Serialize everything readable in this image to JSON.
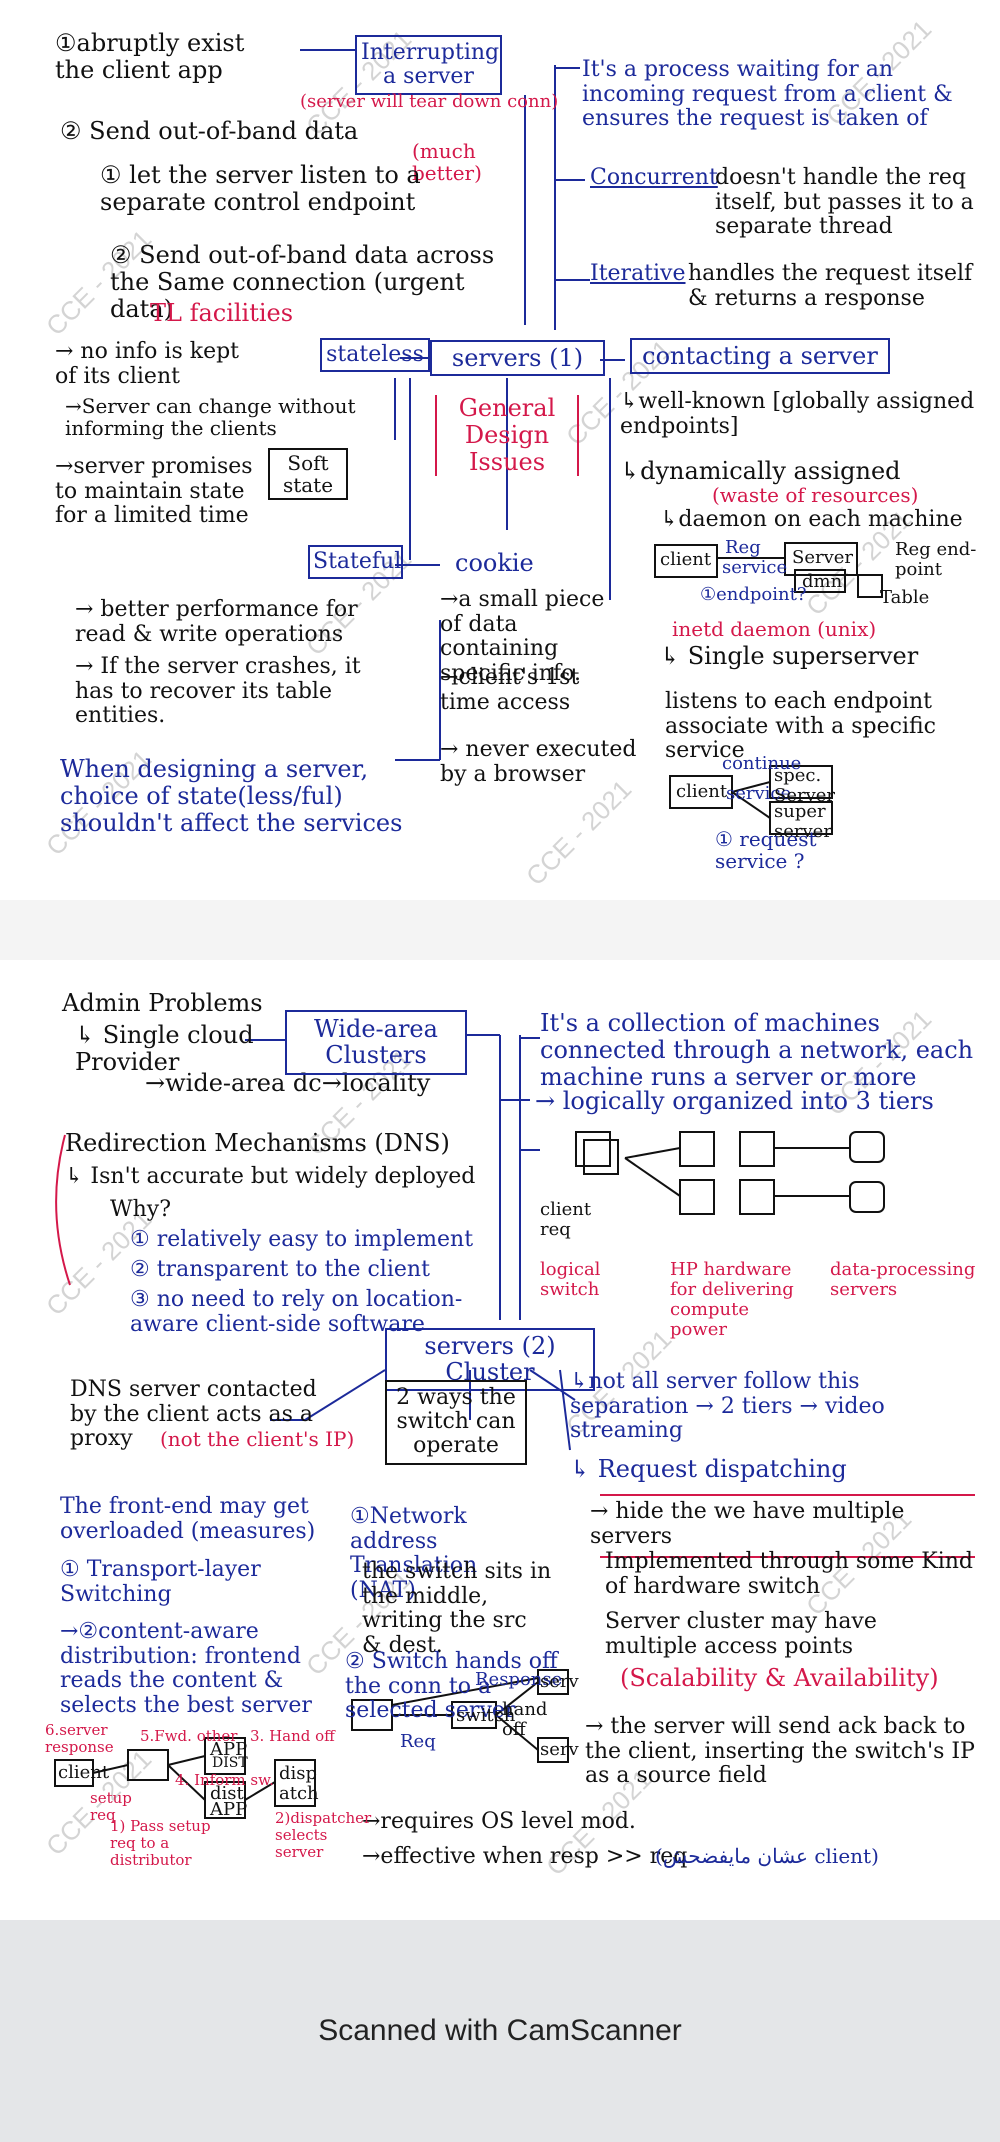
{
  "page1": {
    "interrupting_box": "Interrupting a server",
    "abruptly": "①abruptly exist the client app",
    "server_teardown": "(server will tear down conn)",
    "send_oob": "② Send out-of-band data",
    "much_better": "(much better)",
    "let_server": "① let the server listen to a separate control endpoint",
    "send_across": "② Send out-of-band data across the Same connection (urgent data)",
    "tl_facilities": "TL facilities",
    "process_waiting": "It's a process waiting for an incoming request from a client & ensures the request is taken of",
    "concurrent_label": "Concurrent",
    "concurrent_text": "doesn't handle the req itself, but passes it to a separate thread",
    "iterative_label": "Iterative",
    "iterative_text": "handles the request itself & returns a response",
    "stateless_box": "stateless",
    "servers1_box": "servers (1)",
    "contacting_box": "contacting a server",
    "no_info": "→ no info is kept of its client",
    "server_change": "→Server can change without informing the clients",
    "server_promises": "→server promises to maintain state for a limited time",
    "soft_state_box": "Soft state",
    "general_design": "General Design Issues",
    "well_known": "↳well-known [globally assigned endpoints]",
    "dynamically": "↳dynamically assigned",
    "waste": "(waste of resources)",
    "daemon": "↳daemon on each machine",
    "stateful_box": "Stateful",
    "cookie": "cookie",
    "better_perf": "→ better performance for read & write operations",
    "server_crashes": "→ If the server crashes, it has to recover its table entities.",
    "cookie_small": "→a small piece of data containing specific info.",
    "cookie_first": "→client's 1st time access",
    "cookie_never": "→ never executed by a browser",
    "designing": "When designing a server, choice of state(less/ful) shouldn't affect the services",
    "inetd": "inetd daemon (unix)",
    "superserver": "↳ Single superserver",
    "listens": "listens to each endpoint associate with a specific service",
    "diag1_client": "client",
    "diag1_server": "Server",
    "diag1_dmn": "dmn",
    "diag1_reg": "Reg",
    "diag1_service": "service",
    "diag1_regendpoint": "Reg end-point",
    "diag1_table": "Table",
    "diag1_endpoint": "①endpoint?",
    "diag2_client": "client",
    "diag2_spec": "spec. Server",
    "diag2_super": "super server",
    "diag2_continue": "continue",
    "diag2_service": "service",
    "diag2_request": "① request service ?"
  },
  "page2": {
    "admin_problems": "Admin Problems",
    "single_cloud": "↳ Single cloud Provider",
    "wide_area_dc": "→wide-area dc→locality",
    "wide_area_box": "Wide-area Clusters",
    "collection": "It's a collection of machines connected through a network, each machine runs a server or more",
    "logically": "→ logically organized into 3 tiers",
    "redirection": "Redirection Mechanisms (DNS)",
    "isnt_accurate": "↳ Isn't accurate but widely deployed",
    "why": "Why?",
    "reason1": "① relatively easy to implement",
    "reason2": "② transparent to the client",
    "reason3": "③ no need to rely on location-aware client-side software",
    "dns_server": "DNS server contacted by the client acts as a proxy",
    "not_client_ip": "(not the client's IP)",
    "tier_client_req": "client req",
    "tier_logical_switch": "logical switch",
    "tier_hp": "HP hardware for delivering compute power",
    "tier_data": "data-processing servers",
    "servers2_box": "servers (2) Cluster",
    "two_ways_box": "2 ways the switch can operate",
    "not_all": "↳not all server follow this separation → 2 tiers → video streaming",
    "request_dispatching": "↳ Request dispatching",
    "hide": "→ hide the we have multiple servers",
    "implemented": "Implemented through some Kind of hardware switch",
    "multiple_ap": "Server cluster may have multiple access points",
    "scalability": "(Scalability & Availability)",
    "frontend_overloaded": "The front-end may get overloaded (measures)",
    "transport_layer": "① Transport-layer Switching",
    "content_aware": "→②content-aware distribution: frontend reads the content & selects the best server",
    "nat": "①Network address Translation (NAT)",
    "nat_desc": "the switch sits in the middle, writing the src & dest.",
    "handoff": "② Switch hands off the conn to a selected server",
    "response": "Response",
    "req": "Req",
    "switch": "switch",
    "hand_off": "hand off",
    "serv": "serv",
    "server_ack": "→ the server will send ack back to the client, inserting the switch's IP as a source field",
    "requires_os": "→requires OS level mod.",
    "effective": "→effective when resp >> req",
    "arabic_note": "(عشان مايفضحش client)",
    "cd_client": "client",
    "cd_app1": "APP",
    "cd_dist1": "DIST",
    "cd_dist2": "dist",
    "cd_app2": "APP",
    "cd_dispatcher": "disp atch",
    "cd_response": "6.server response",
    "cd_fwd": "5.Fwd. other",
    "cd_handoff": "3. Hand off",
    "cd_inform": "4. Inform sw.",
    "cd_setup": "setup req",
    "cd_pass": "1) Pass setup req to a distributor",
    "cd_selects": "2)dispatcher selects server"
  },
  "watermark": "CCE - 2021",
  "footer": {
    "scanned": "Scanned with CamScanner"
  }
}
